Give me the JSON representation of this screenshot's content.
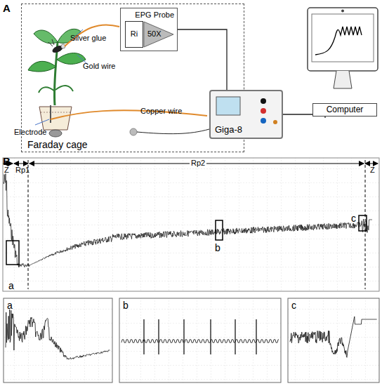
{
  "diagram": {
    "nodes": [
      {
        "text": [
          "Faraday cage"
        ]
      },
      {
        "text": [
          "EPG Probe"
        ],
        "in": 0
      },
      {
        "text": [
          "Ri"
        ],
        "in": 1
      },
      {
        "text": [
          "50X"
        ],
        "in": 1
      },
      {
        "text": [
          "Giga-8"
        ]
      },
      {
        "text": [
          "Computer"
        ]
      }
    ],
    "edges": [
      {
        "from": 1,
        "to": 4,
        "arrow": "none"
      },
      {
        "from": 4,
        "to": 5,
        "arrow": "none"
      }
    ],
    "labels": [
      "A",
      "Silver glue",
      "Gold wire",
      "Electrode",
      "Copper wire",
      "B",
      "Z",
      "Rp1",
      "Rp2",
      "Z",
      "a",
      "b",
      "c",
      "a",
      "b",
      "c"
    ]
  }
}
